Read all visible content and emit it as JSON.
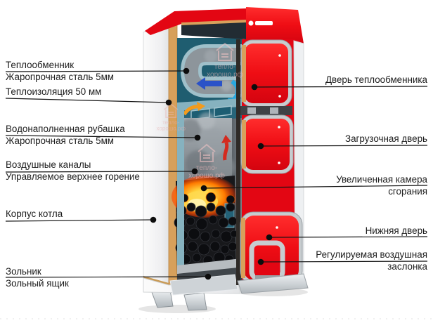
{
  "watermark": {
    "line1": "тепло-",
    "line2": "хорошо.рф"
  },
  "labels_left": [
    {
      "title": "Теплообменник",
      "subtitle": "Жаропрочная сталь 5мм"
    },
    {
      "title": "Теплоизоляция 50 мм",
      "subtitle": ""
    },
    {
      "title": "Водонаполненная рубашка",
      "subtitle": "Жаропрочная сталь 5мм"
    },
    {
      "title": "Воздушные каналы",
      "subtitle": "Управляемое верхнее горение"
    },
    {
      "title": "Корпус котла",
      "subtitle": ""
    },
    {
      "title": "Зольник",
      "subtitle": "Зольный ящик"
    }
  ],
  "labels_right": [
    {
      "title": "Дверь теплообменника",
      "subtitle": ""
    },
    {
      "title": "Загрузочная дверь",
      "subtitle": ""
    },
    {
      "title": "Увеличенная камера",
      "subtitle": "сгорания"
    },
    {
      "title": "Нижняя дверь",
      "subtitle": ""
    },
    {
      "title": "Регулируемая воздушная",
      "subtitle": "заслонка"
    }
  ],
  "colors": {
    "brand_red": "#e30613",
    "door_red": "#f01018",
    "insulation_tan": "#d7a05b",
    "water_teal": "#1f5d70",
    "jacket_teal_light": "#86b2bf",
    "silver_frame": "#c7cccf",
    "fire_orange": "#ff8a00",
    "arrow_blue": "#2b52c8",
    "arrow_cyan": "#29a8e0",
    "arrow_orange": "#f49b1b",
    "arrow_red": "#d42a1e",
    "callout_black": "#141414"
  }
}
